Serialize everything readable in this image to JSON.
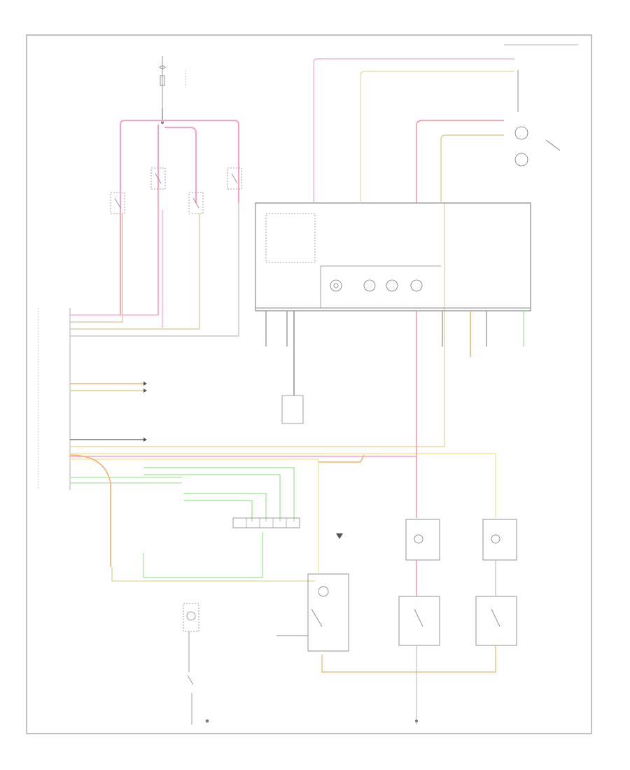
{
  "diagram": {
    "frame_id": "",
    "colors": {
      "frame": "#9a9a9a",
      "wire_default": "#b0b0b0",
      "pink": "#f7a8d0",
      "hot_pink": "#ff6fb5",
      "red": "#f08a8a",
      "tan": "#e0c890",
      "yellow": "#f0e6a0",
      "green": "#a8e8a0",
      "orange": "#f5b070",
      "component": "#8a8a8a"
    },
    "components": [
      "fuse-top",
      "splice-junction",
      "relay-left-1",
      "relay-left-2",
      "relay-left-3",
      "relay-left-4",
      "power-distribution-box",
      "lamp-module-1",
      "lamp-module-2",
      "lamp-module-3",
      "lamp-module-4",
      "door-switch-upper-right",
      "left-door-lamp",
      "right-door-lamp",
      "left-door-switch",
      "right-door-switch",
      "luggage-compartment-lamp",
      "glove-box-lamp",
      "glove-box-switch",
      "central-control-module",
      "connector-block"
    ]
  }
}
